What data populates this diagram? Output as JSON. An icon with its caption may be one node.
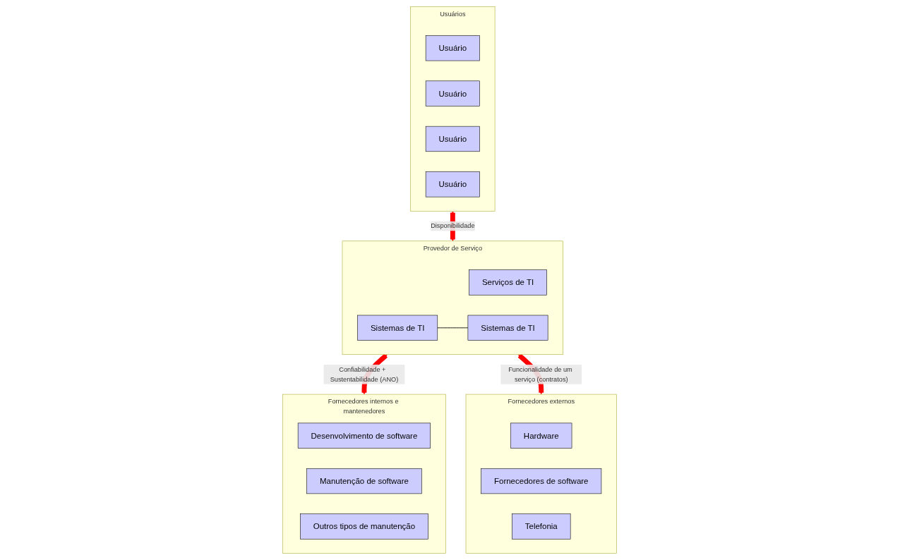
{
  "diagram": {
    "nodes": [
      {
        "text": [
          "Usuários"
        ]
      },
      {
        "text": [
          "Usuário"
        ],
        "in": 0
      },
      {
        "text": [
          "Usuário"
        ],
        "in": 0
      },
      {
        "text": [
          "Usuário"
        ],
        "in": 0
      },
      {
        "text": [
          "Usuário"
        ],
        "in": 0
      },
      {
        "text": [
          "Provedor de Serviço"
        ]
      },
      {
        "text": [
          "Serviços de TI"
        ],
        "in": 5
      },
      {
        "text": [
          "Sistemas de TI"
        ],
        "in": 5
      },
      {
        "text": [
          "Sistemas de TI"
        ],
        "in": 5
      },
      {
        "text": [
          "Fornecedores internos e mantenedores"
        ]
      },
      {
        "text": [
          "Desenvolvimento de software"
        ],
        "in": 9
      },
      {
        "text": [
          "Manutenção de software"
        ],
        "in": 9
      },
      {
        "text": [
          "Outros tipos de manutenção"
        ],
        "in": 9
      },
      {
        "text": [
          "Fornecedores externos"
        ]
      },
      {
        "text": [
          "Hardware"
        ],
        "in": 13
      },
      {
        "text": [
          "Fornecedores de software"
        ],
        "in": 13
      },
      {
        "text": [
          "Telefonia"
        ],
        "in": 13
      }
    ],
    "edges": [
      {
        "from": 0,
        "to": 5,
        "arrow": "both",
        "label": "Disponibilidade",
        "color": "#ff0000"
      },
      {
        "from": 7,
        "to": 8,
        "arrow": "none",
        "color": "#000000"
      },
      {
        "from": 5,
        "to": 9,
        "arrow": "both",
        "label": "Confiabilidade +  Sustentabilidade (ANO)",
        "color": "#ff0000"
      },
      {
        "from": 5,
        "to": 13,
        "arrow": "both",
        "label": "Funcionalidade de um serviço (contratos)",
        "color": "#ff0000"
      }
    ]
  }
}
